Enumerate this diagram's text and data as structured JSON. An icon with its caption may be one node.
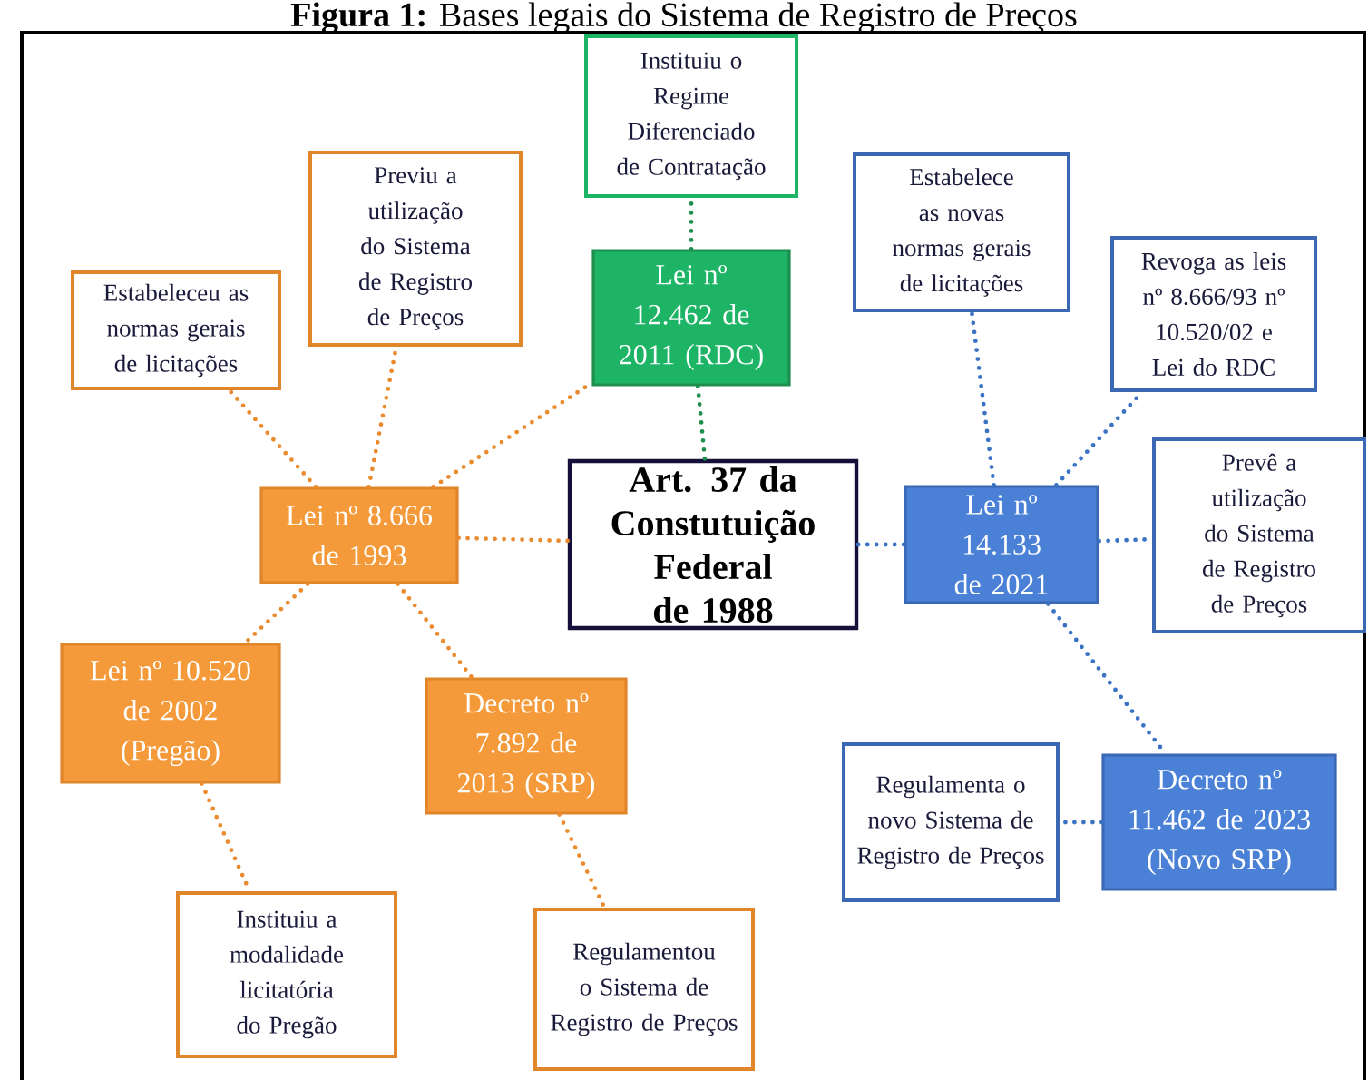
{
  "diagram": {
    "title": "**Figura 1:** Bases legais do Sistema de Registro de Preços",
    "nodes": [
      {
        "text": [
          "Art. 37 da Constutuição Federal de 1988"
        ]
      },
      {
        "text": [
          "Lei nº 8.666 de 1993"
        ]
      },
      {
        "text": [
          "Estabeleceu as normas gerais de licitações"
        ]
      },
      {
        "text": [
          "Previu a utilização do Sistema de Registro de Preços"
        ]
      },
      {
        "text": [
          "Lei nº 12.462 de 2011 (RDC)"
        ]
      },
      {
        "text": [
          "Instituiu o Regime Diferenciado de Contratação"
        ]
      },
      {
        "text": [
          "Lei nº 10.520 de 2002 (Pregão)"
        ]
      },
      {
        "text": [
          "Instituiu a modalidade licitatória do Pregão"
        ]
      },
      {
        "text": [
          "Decreto nº 7.892 de 2013 (SRP)"
        ]
      },
      {
        "text": [
          "Regulamentou o Sistema de Registro de Preços"
        ]
      },
      {
        "text": [
          "Lei nº 14.133 de 2021"
        ]
      },
      {
        "text": [
          "Estabelece as novas normas gerais de licitações"
        ]
      },
      {
        "text": [
          "Revoga as leis nº 8.666/93 nº 10.520/02 e Lei do RDC"
        ]
      },
      {
        "text": [
          "Prevê a utilização do Sistema de Registro de Preços"
        ]
      },
      {
        "text": [
          "Decreto nº 11.462 de 2023 (Novo SRP)"
        ]
      },
      {
        "text": [
          "Regulamenta o novo Sistema de Registro de Preços"
        ]
      }
    ],
    "edges": [
      {
        "from": 1,
        "to": 0,
        "arrow": "none"
      },
      {
        "from": 1,
        "to": 2,
        "arrow": "none"
      },
      {
        "from": 1,
        "to": 3,
        "arrow": "none"
      },
      {
        "from": 1,
        "to": 4,
        "arrow": "none"
      },
      {
        "from": 4,
        "to": 5,
        "arrow": "none",
        "color": "#1e8f4e"
      },
      {
        "from": 4,
        "to": 0,
        "arrow": "none",
        "color": "#1e8f4e"
      },
      {
        "from": 1,
        "to": 6,
        "arrow": "none"
      },
      {
        "from": 6,
        "to": 7,
        "arrow": "none"
      },
      {
        "from": 1,
        "to": 8,
        "arrow": "none"
      },
      {
        "from": 8,
        "to": 9,
        "arrow": "none"
      },
      {
        "from": 0,
        "to": 10,
        "arrow": "none",
        "color": "#3a72c4"
      },
      {
        "from": 10,
        "to": 11,
        "arrow": "none",
        "color": "#3a72c4"
      },
      {
        "from": 10,
        "to": 12,
        "arrow": "none",
        "color": "#3a72c4"
      },
      {
        "from": 10,
        "to": 13,
        "arrow": "none",
        "color": "#3a72c4"
      },
      {
        "from": 10,
        "to": 14,
        "arrow": "none",
        "color": "#3a72c4"
      },
      {
        "from": 14,
        "to": 15,
        "arrow": "none",
        "color": "#3a72c4"
      }
    ]
  }
}
